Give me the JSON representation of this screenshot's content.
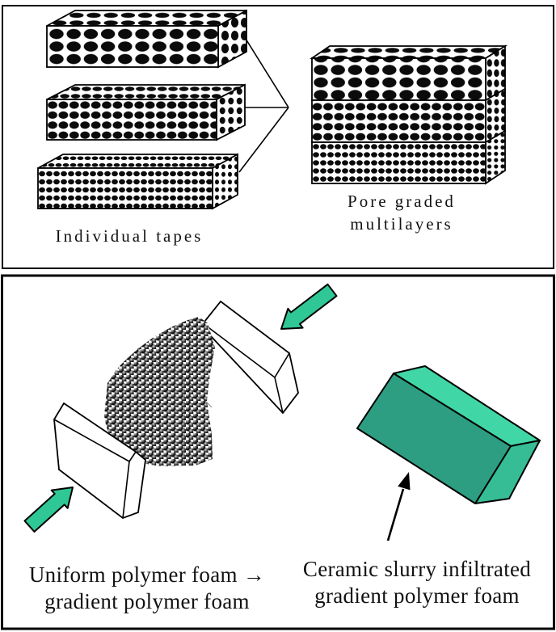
{
  "figure": {
    "top_panel": {
      "tapes_label": "Individual tapes",
      "multilayer_label_line1": "Pore graded",
      "multilayer_label_line2": "multilayers",
      "tapes": [
        {
          "name": "tape-large-pores",
          "pore_size": "large"
        },
        {
          "name": "tape-medium-pores",
          "pore_size": "medium"
        },
        {
          "name": "tape-small-pores",
          "pore_size": "small"
        }
      ],
      "multilayer_layers": [
        "large",
        "medium",
        "small"
      ]
    },
    "bottom_panel": {
      "foam_label_line1": "Uniform polymer foam →",
      "foam_label_line2": "gradient polymer foam",
      "ceramic_label_line1": "Ceramic slurry infiltrated",
      "ceramic_label_line2": "gradient polymer foam"
    }
  },
  "icons": {
    "compression_arrow": "green-block-arrow",
    "pointer_arrow": "thin-black-arrow"
  },
  "colors": {
    "ink": "#0d0d0d",
    "background": "#ffffff",
    "arrow_green": "#2fc795",
    "box_front": "#2e9e83",
    "box_top": "#41d6a6",
    "box_side": "#36bd95"
  }
}
